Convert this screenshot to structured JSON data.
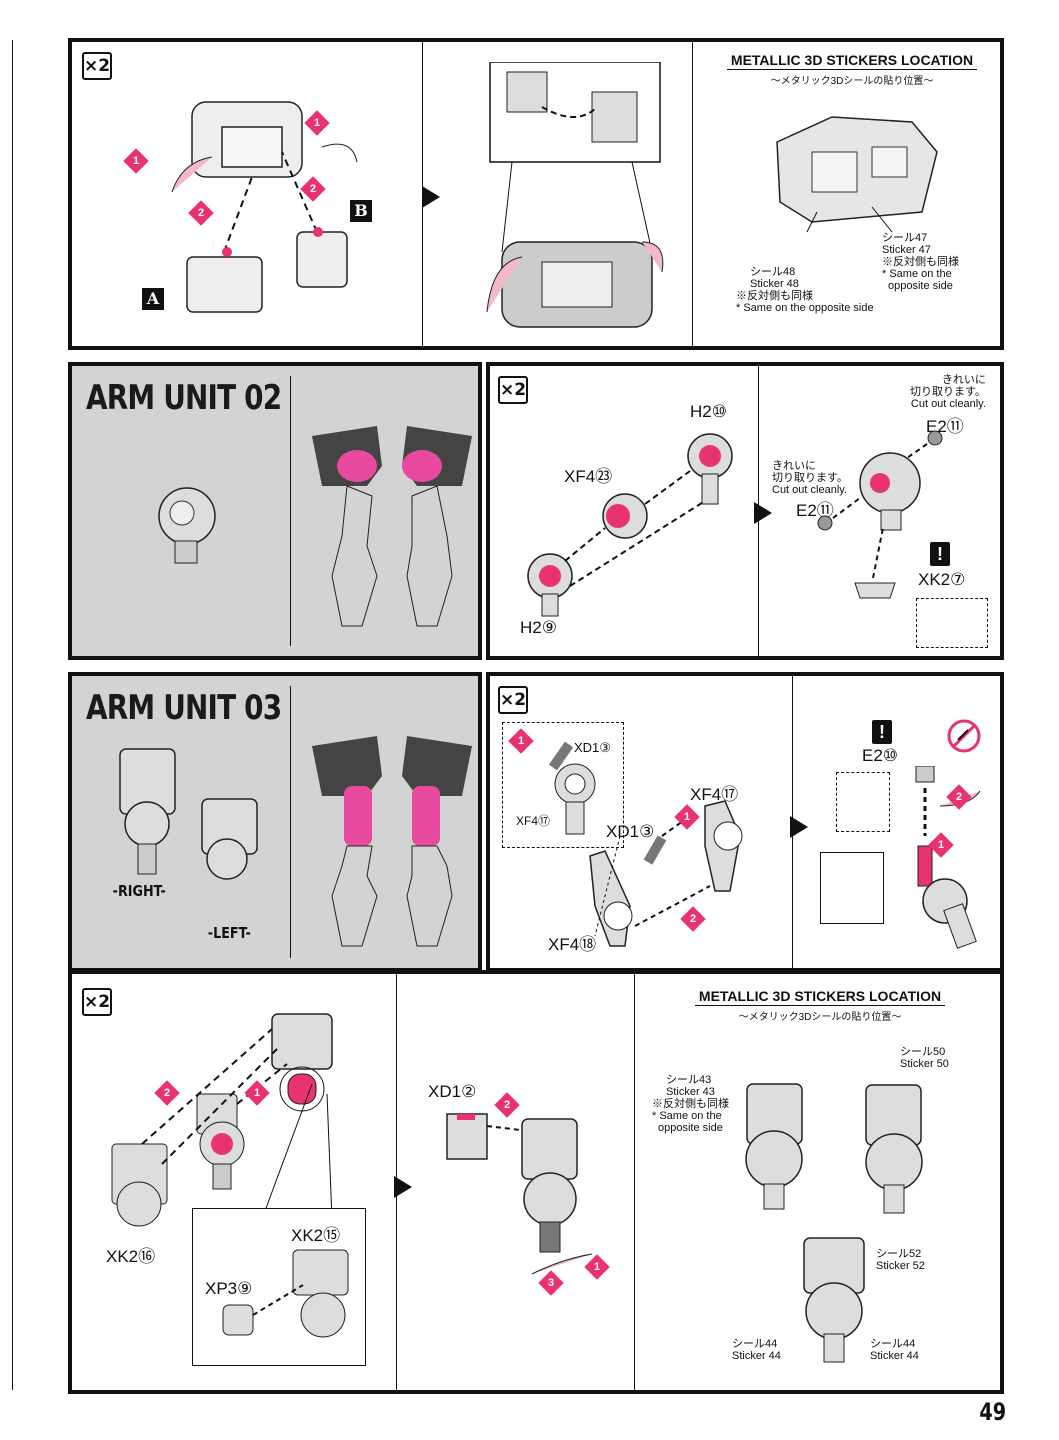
{
  "page_number": "49",
  "multiplier": "×2",
  "accent_color": "#e8336e",
  "top_row": {
    "step_labels": [
      "1",
      "2"
    ],
    "part_labels": [
      "A",
      "B"
    ],
    "stickers_location": {
      "title": "METALLIC 3D STICKERS LOCATION",
      "subtitle": "〜メタリック3Dシールの貼り位置〜",
      "sticker_47": [
        "シール47",
        "Sticker 47",
        "※反対側も同様",
        "* Same on the",
        "opposite side"
      ],
      "sticker_48": [
        "シール48",
        "Sticker 48",
        "※反対側も同様",
        "* Same on the opposite side"
      ]
    }
  },
  "arm_unit_02": {
    "title": "ARM UNIT 02",
    "parts": {
      "h2_10": "H2⑩",
      "xf4_23": "XF4㉓",
      "h2_9": "H2⑨",
      "e2_11_a": "E2⑪",
      "e2_11_b": "E2⑪",
      "xk2_7": "XK2⑦"
    },
    "cut_note_jp_1": "きれいに",
    "cut_note_jp_2": "切り取ります。",
    "cut_note_en": "Cut out cleanly."
  },
  "arm_unit_03": {
    "title": "ARM UNIT 03",
    "right_label": "-RIGHT-",
    "left_label": "-LEFT-",
    "parts": {
      "xd1_3_a": "XD1③",
      "xf4_17_a": "XF4⑰",
      "xd1_3_b": "XD1③",
      "xf4_17_b": "XF4⑰",
      "xf4_18": "XF4⑱",
      "e2_10": "E2⑩"
    }
  },
  "bottom_row": {
    "parts": {
      "xk2_16": "XK2⑯",
      "xk2_15": "XK2⑮",
      "xp3_9": "XP3⑨",
      "xd1_2": "XD1②"
    },
    "stickers_location": {
      "title": "METALLIC 3D STICKERS LOCATION",
      "subtitle": "〜メタリック3Dシールの貼り位置〜",
      "sticker_43": [
        "シール43",
        "Sticker 43",
        "※反対側も同様",
        "* Same on the",
        "opposite side"
      ],
      "sticker_50": [
        "シール50",
        "Sticker 50"
      ],
      "sticker_52": [
        "シール52",
        "Sticker 52"
      ],
      "sticker_44_l": [
        "シール44",
        "Sticker 44"
      ],
      "sticker_44_r": [
        "シール44",
        "Sticker 44"
      ]
    }
  }
}
